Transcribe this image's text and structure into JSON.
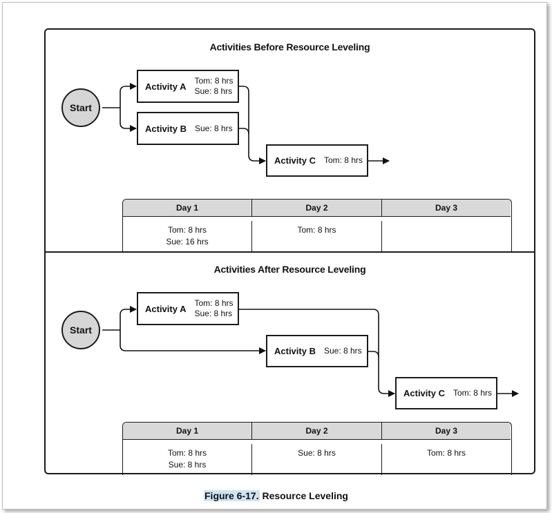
{
  "caption": {
    "figure_label": "Figure 6-17.",
    "title": "Resource Leveling"
  },
  "before": {
    "title": "Activities Before Resource Leveling",
    "start_label": "Start",
    "activities": [
      {
        "name": "Activity A",
        "resources": [
          "Tom: 8 hrs",
          "Sue: 8 hrs"
        ]
      },
      {
        "name": "Activity B",
        "resources": [
          "Sue: 8 hrs"
        ]
      },
      {
        "name": "Activity C",
        "resources": [
          "Tom: 8 hrs"
        ]
      }
    ],
    "table": {
      "headers": [
        "Day 1",
        "Day 2",
        "Day 3"
      ],
      "cells": [
        [
          "Tom: 8 hrs",
          "Sue: 16 hrs"
        ],
        [
          "Tom: 8 hrs"
        ],
        []
      ]
    }
  },
  "after": {
    "title": "Activities After Resource Leveling",
    "start_label": "Start",
    "activities": [
      {
        "name": "Activity A",
        "resources": [
          "Tom: 8 hrs",
          "Sue: 8 hrs"
        ]
      },
      {
        "name": "Activity B",
        "resources": [
          "Sue: 8 hrs"
        ]
      },
      {
        "name": "Activity C",
        "resources": [
          "Tom: 8 hrs"
        ]
      }
    ],
    "table": {
      "headers": [
        "Day 1",
        "Day 2",
        "Day 3"
      ],
      "cells": [
        [
          "Tom: 8 hrs",
          "Sue: 8 hrs"
        ],
        [
          "Sue: 8 hrs"
        ],
        [
          "Tom: 8 hrs"
        ]
      ]
    }
  }
}
